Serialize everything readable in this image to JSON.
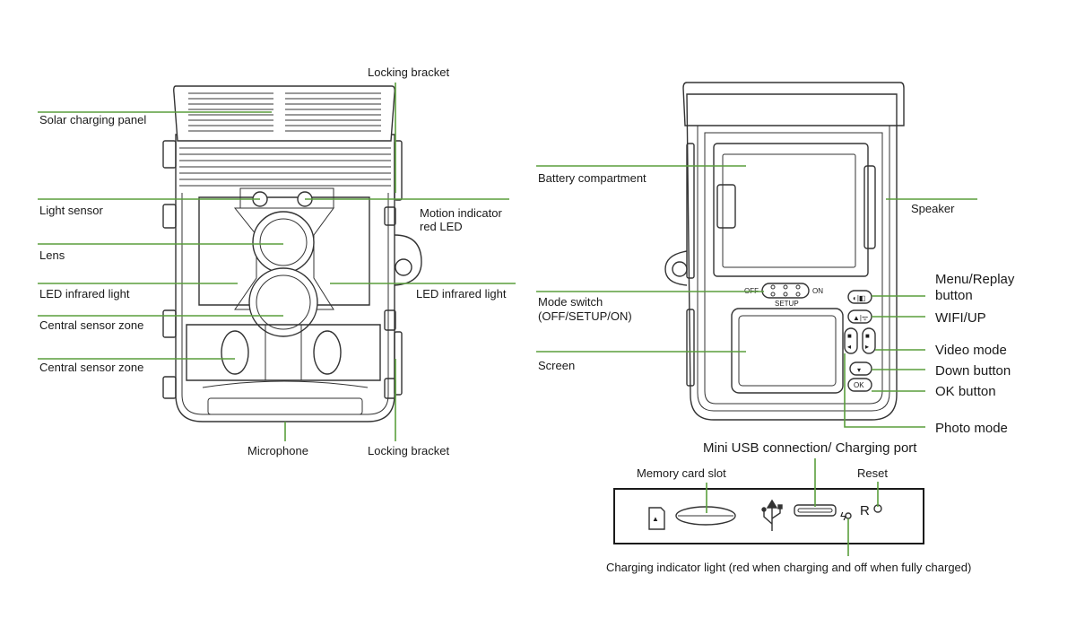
{
  "colors": {
    "leader": "#5a9e3c",
    "outline": "#333333"
  },
  "front": {
    "locking_bracket_top": "Locking bracket",
    "solar_panel": "Solar charging panel",
    "light_sensor": "Light sensor",
    "motion_led_line1": "Motion indicator",
    "motion_led_line2": "red LED",
    "lens": "Lens",
    "led_ir_left": "LED infrared light",
    "led_ir_right": "LED infrared light",
    "central_sensor_1": "Central sensor zone",
    "central_sensor_2": "Central sensor zone",
    "microphone": "Microphone",
    "locking_bracket_bottom": "Locking bracket"
  },
  "back": {
    "battery": "Battery compartment",
    "speaker": "Speaker",
    "menu_line1": "Menu/Replay",
    "menu_line2": "button",
    "mode_switch_line1": "Mode switch",
    "mode_switch_line2": "(OFF/SETUP/ON)",
    "wifi": "WIFI/UP",
    "screen": "Screen",
    "video_mode": "Video mode",
    "down_button": "Down button",
    "ok_button": "OK button",
    "photo_mode": "Photo mode",
    "switch_off": "OFF",
    "switch_on": "ON",
    "switch_setup": "SETUP",
    "ok_key": "OK"
  },
  "bottom": {
    "usb": "Mini USB connection/ Charging port",
    "memory_card": "Memory card slot",
    "reset": "Reset",
    "reset_letter": "R",
    "charging_indicator": "Charging indicator light (red when charging and off when fully charged)"
  }
}
